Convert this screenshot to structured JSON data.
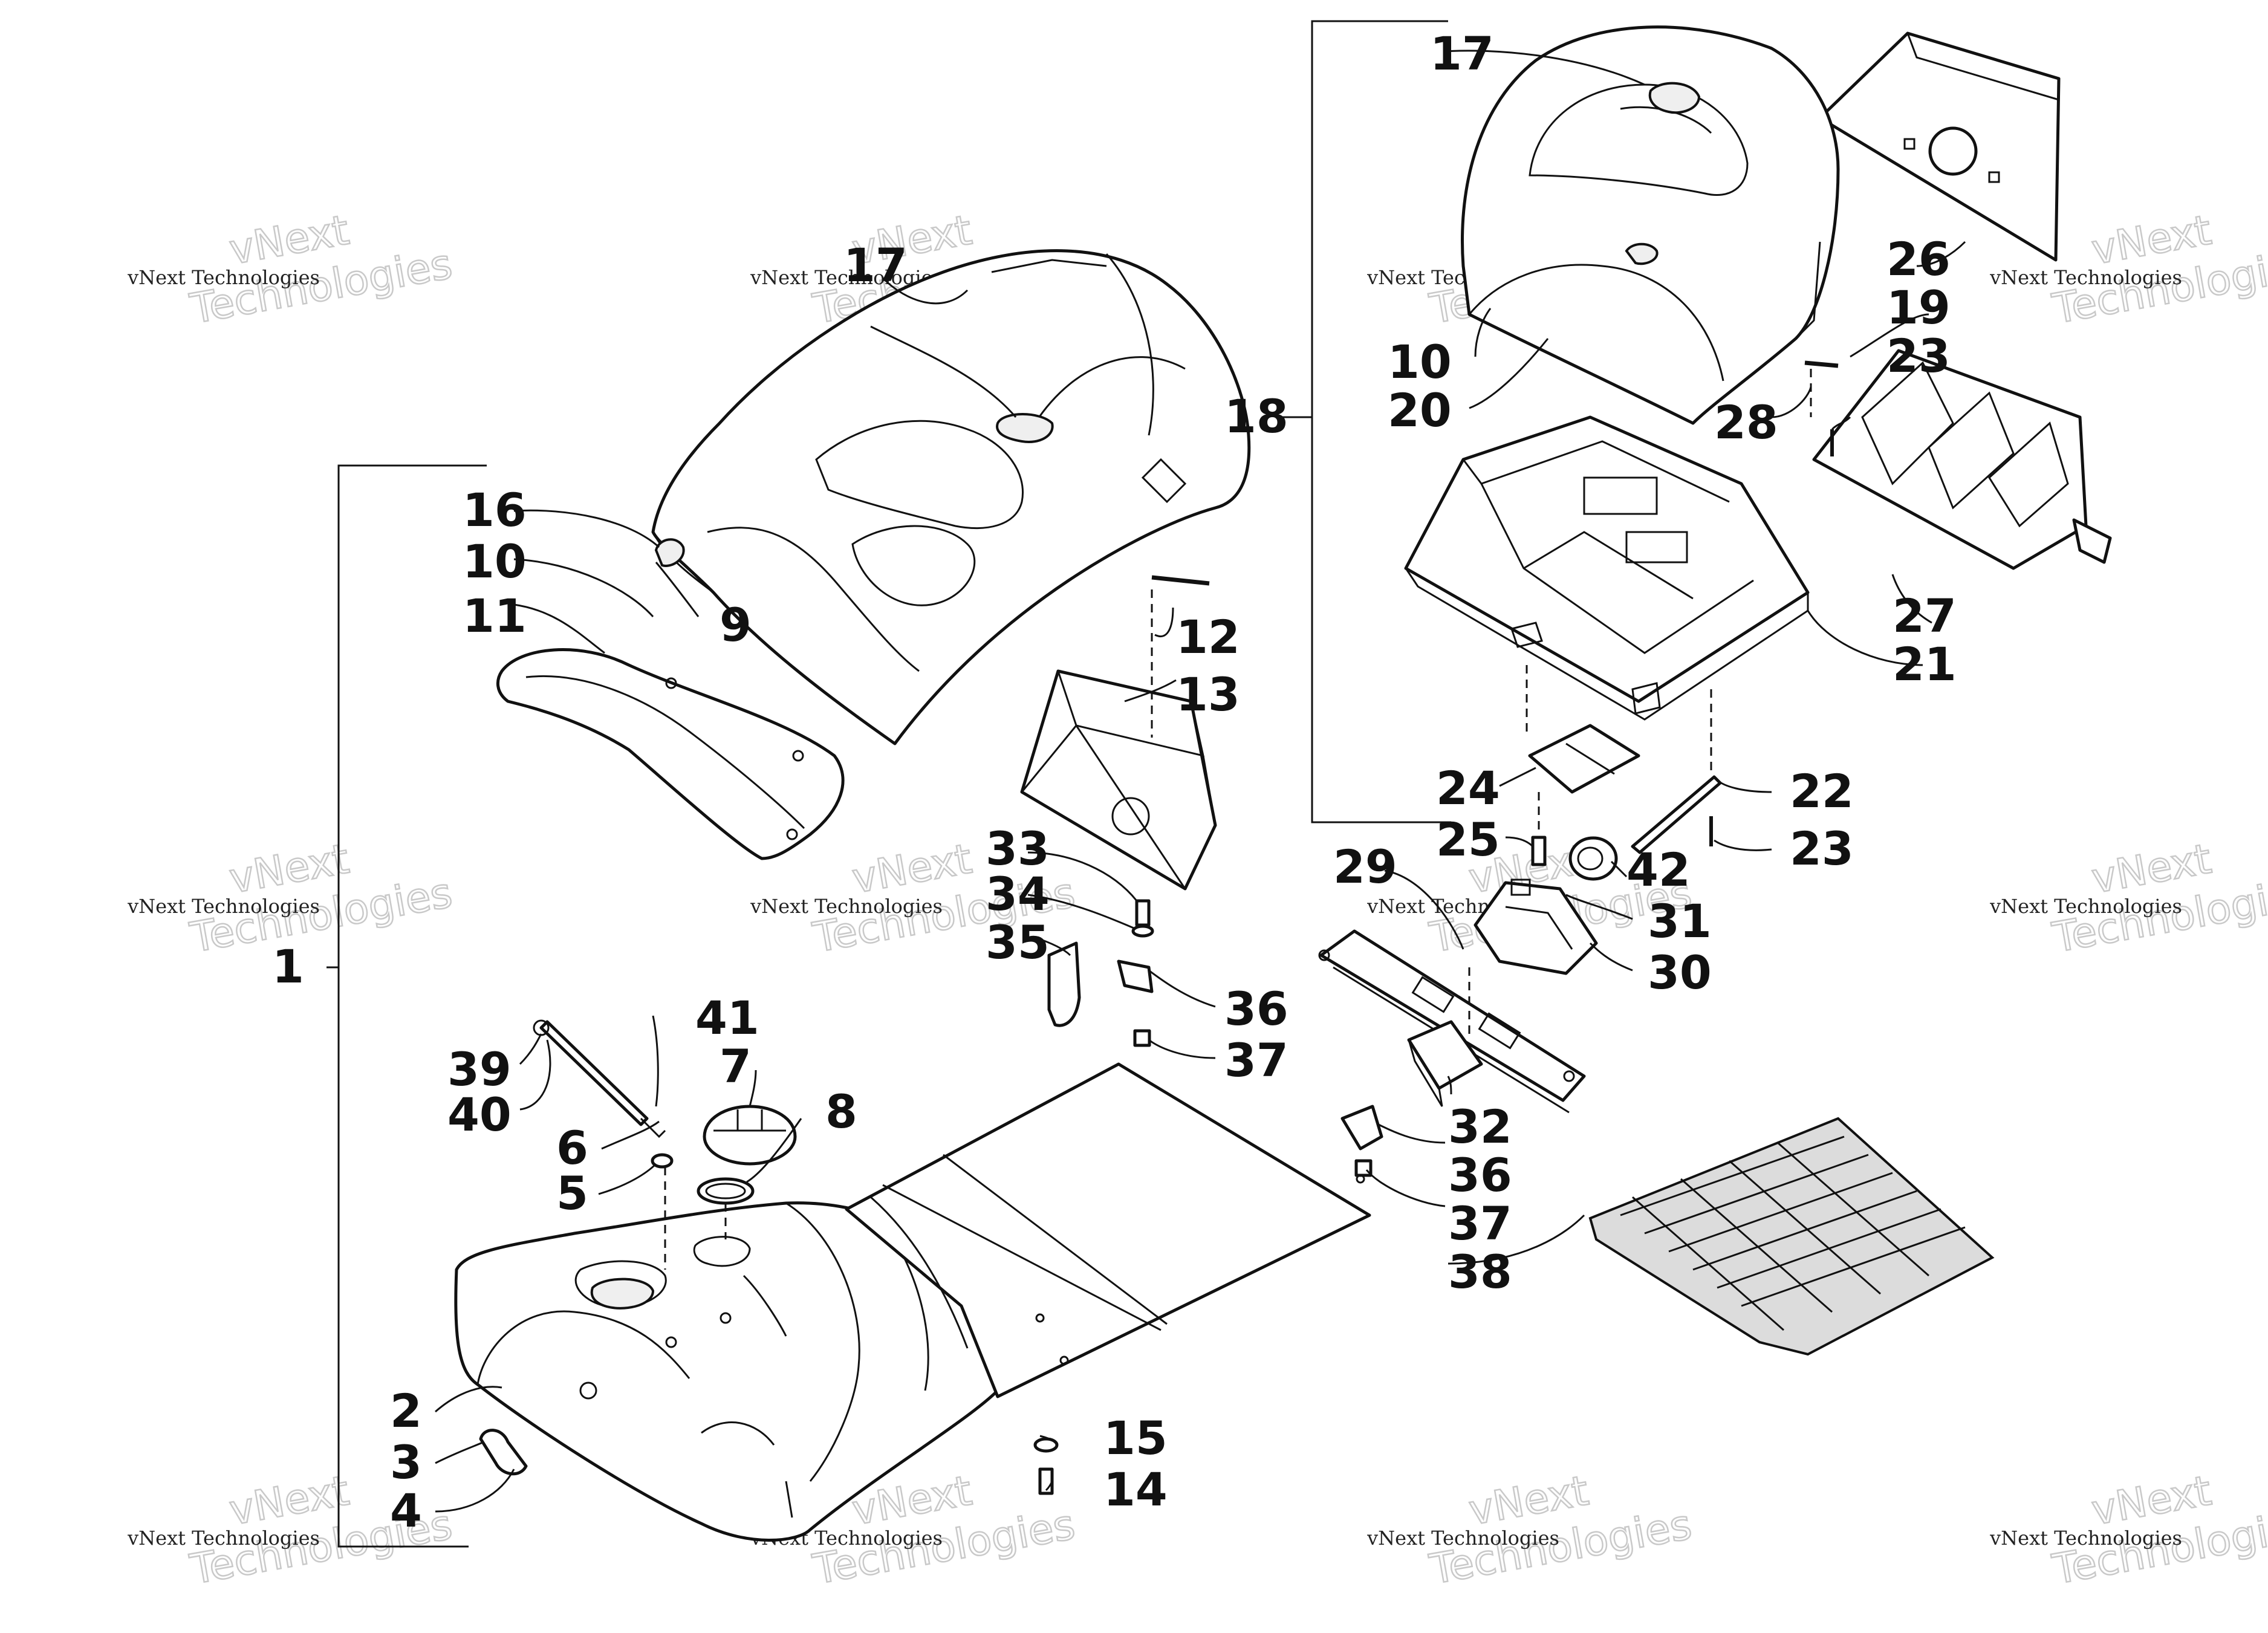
{
  "callouts": [
    {
      "id": "c1",
      "label": "1"
    },
    {
      "id": "c2",
      "label": "2"
    },
    {
      "id": "c3",
      "label": "3"
    },
    {
      "id": "c4",
      "label": "4"
    },
    {
      "id": "c5",
      "label": "5"
    },
    {
      "id": "c6",
      "label": "6"
    },
    {
      "id": "c7",
      "label": "7"
    },
    {
      "id": "c8",
      "label": "8"
    },
    {
      "id": "c9",
      "label": "9"
    },
    {
      "id": "c10a",
      "label": "10"
    },
    {
      "id": "c10b",
      "label": "10"
    },
    {
      "id": "c11",
      "label": "11"
    },
    {
      "id": "c12",
      "label": "12"
    },
    {
      "id": "c13",
      "label": "13"
    },
    {
      "id": "c14",
      "label": "14"
    },
    {
      "id": "c15",
      "label": "15"
    },
    {
      "id": "c16",
      "label": "16"
    },
    {
      "id": "c17a",
      "label": "17"
    },
    {
      "id": "c17b",
      "label": "17"
    },
    {
      "id": "c18",
      "label": "18"
    },
    {
      "id": "c19",
      "label": "19"
    },
    {
      "id": "c20",
      "label": "20"
    },
    {
      "id": "c21",
      "label": "21"
    },
    {
      "id": "c22",
      "label": "22"
    },
    {
      "id": "c23a",
      "label": "23"
    },
    {
      "id": "c23b",
      "label": "23"
    },
    {
      "id": "c24",
      "label": "24"
    },
    {
      "id": "c25",
      "label": "25"
    },
    {
      "id": "c26",
      "label": "26"
    },
    {
      "id": "c27",
      "label": "27"
    },
    {
      "id": "c28",
      "label": "28"
    },
    {
      "id": "c29",
      "label": "29"
    },
    {
      "id": "c30",
      "label": "30"
    },
    {
      "id": "c31",
      "label": "31"
    },
    {
      "id": "c32",
      "label": "32"
    },
    {
      "id": "c33",
      "label": "33"
    },
    {
      "id": "c34",
      "label": "34"
    },
    {
      "id": "c35",
      "label": "35"
    },
    {
      "id": "c36a",
      "label": "36"
    },
    {
      "id": "c36b",
      "label": "36"
    },
    {
      "id": "c37a",
      "label": "37"
    },
    {
      "id": "c37b",
      "label": "37"
    },
    {
      "id": "c38",
      "label": "38"
    },
    {
      "id": "c39",
      "label": "39"
    },
    {
      "id": "c40",
      "label": "40"
    },
    {
      "id": "c41",
      "label": "41"
    },
    {
      "id": "c42",
      "label": "42"
    }
  ],
  "watermark": {
    "small_text": "vNext Technologies",
    "line1": "vNext",
    "line2": "Technologies"
  }
}
